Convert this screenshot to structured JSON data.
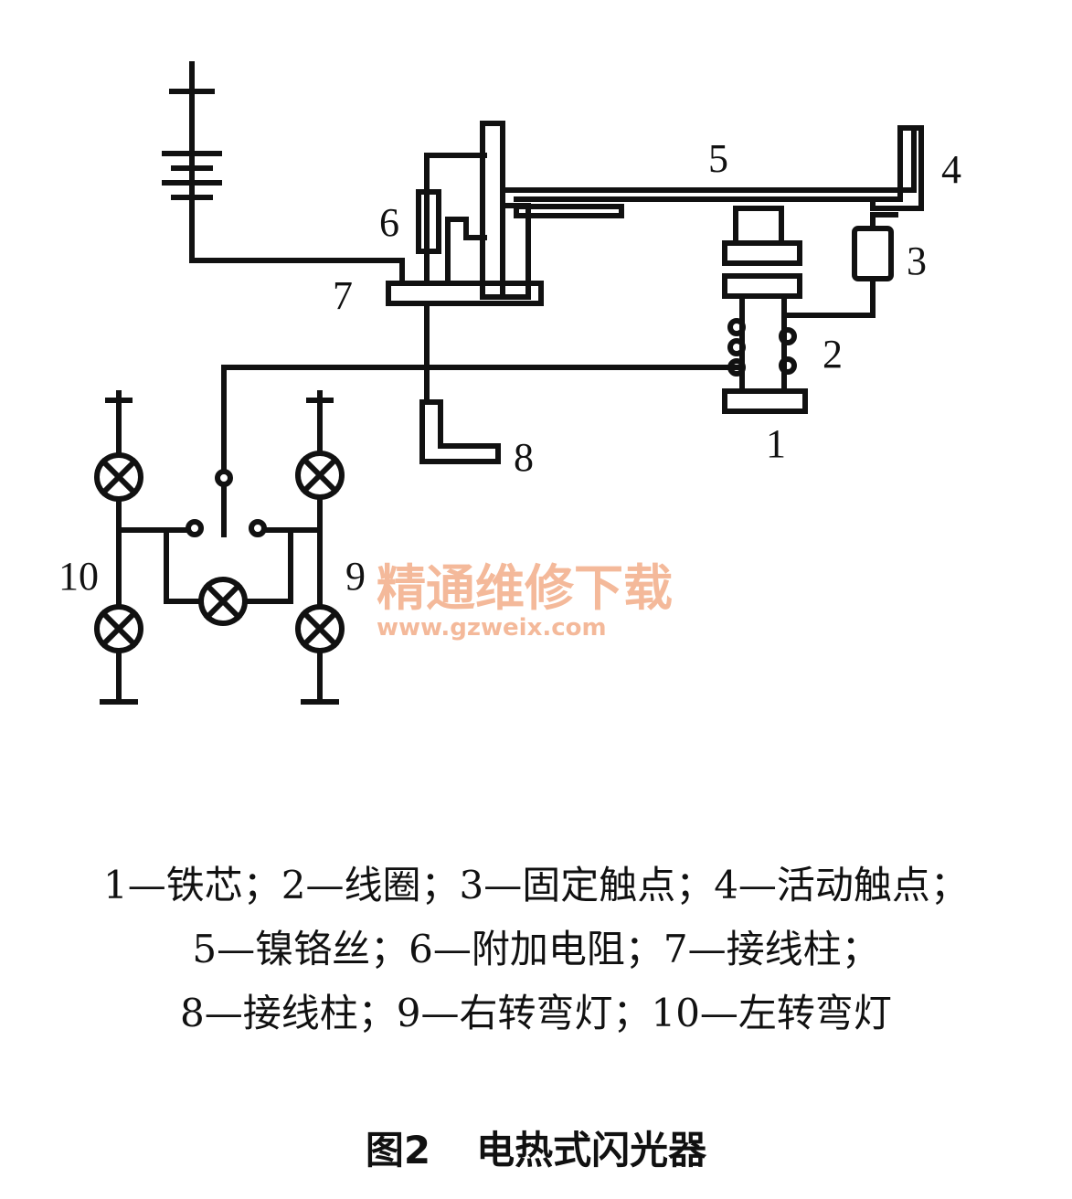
{
  "labels": {
    "l1": "1",
    "l2": "2",
    "l3": "3",
    "l4": "4",
    "l5": "5",
    "l6": "6",
    "l7": "7",
    "l8": "8",
    "l9": "9",
    "l10": "10"
  },
  "watermark": {
    "name": "精通维修下载",
    "url": "www.gzweix.com"
  },
  "legend": {
    "line1": "1—铁芯；2—线圈；3—固定触点；4—活动触点；",
    "line2": "5—镍铬丝；6—附加电阻；7—接线柱；",
    "line3": "8—接线柱；9—右转弯灯；10—左转弯灯"
  },
  "caption": {
    "figure": "图2",
    "title": "电热式闪光器"
  }
}
